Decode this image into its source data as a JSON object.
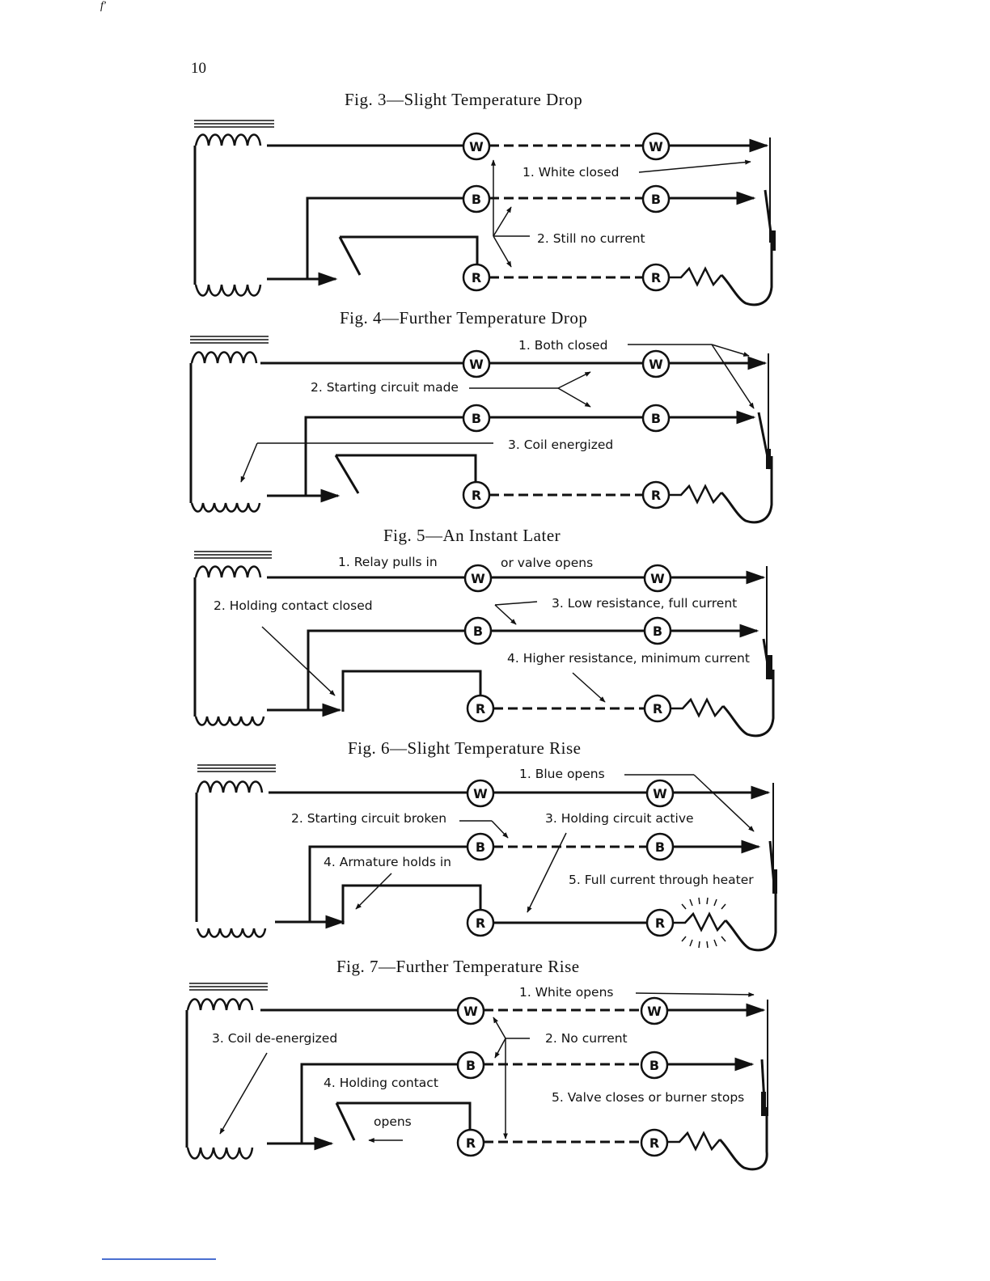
{
  "page": {
    "number": "10",
    "corner_mark": "f'"
  },
  "figures": [
    {
      "id": "fig3",
      "title": "Fig. 3—Slight Temperature Drop",
      "nodes": {
        "w": "W",
        "b": "B",
        "r": "R"
      },
      "labels": [
        "1. White closed",
        "2. Still no current"
      ]
    },
    {
      "id": "fig4",
      "title": "Fig. 4—Further Temperature Drop",
      "nodes": {
        "w": "W",
        "b": "B",
        "r": "R"
      },
      "labels": [
        "1. Both closed",
        "2. Starting circuit made",
        "3. Coil energized"
      ]
    },
    {
      "id": "fig5",
      "title": "Fig. 5—An Instant Later",
      "nodes": {
        "w": "W",
        "b": "B",
        "r": "R"
      },
      "labels": [
        "1. Relay pulls in",
        "or valve opens",
        "2. Holding contact closed",
        "3. Low resistance, full current",
        "4. Higher resistance, minimum current"
      ]
    },
    {
      "id": "fig6",
      "title": "Fig. 6—Slight Temperature Rise",
      "nodes": {
        "w": "W",
        "b": "B",
        "r": "R"
      },
      "labels": [
        "1. Blue opens",
        "2. Starting circuit broken",
        "3. Holding circuit active",
        "4. Armature holds in",
        "5. Full current through heater"
      ]
    },
    {
      "id": "fig7",
      "title": "Fig. 7—Further Temperature Rise",
      "nodes": {
        "w": "W",
        "b": "B",
        "r": "R"
      },
      "labels": [
        "1. White opens",
        "2. No current",
        "3. Coil de-energized",
        "4. Holding contact",
        "opens",
        "5. Valve closes or burner stops"
      ]
    }
  ]
}
